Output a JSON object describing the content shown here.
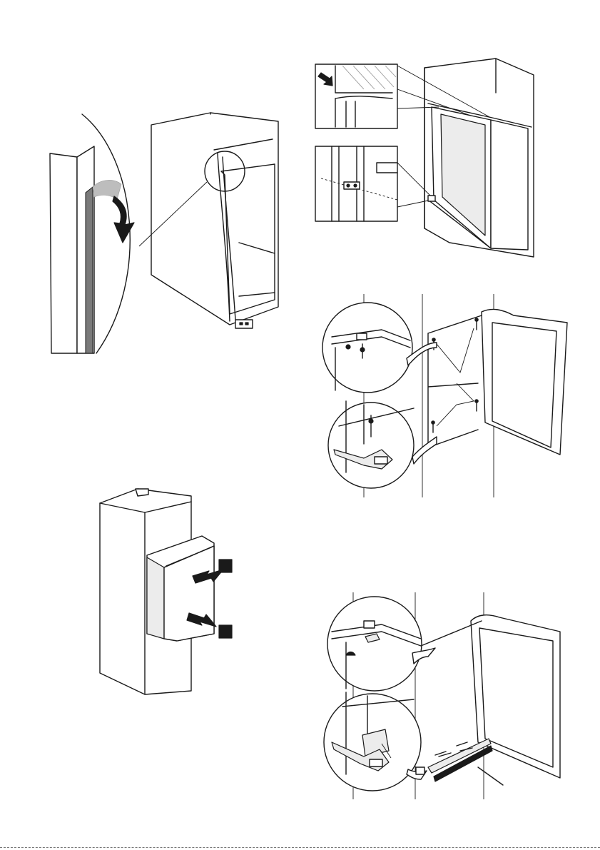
{
  "page": {
    "kind": "installation-illustrations",
    "figures": [
      {
        "id": "seal-strip",
        "caption": ""
      },
      {
        "id": "door-align-insets",
        "caption": ""
      },
      {
        "id": "hinge-screws",
        "caption": ""
      },
      {
        "id": "push-into-niche",
        "caption": ""
      },
      {
        "id": "hinge-covers",
        "caption": ""
      }
    ]
  },
  "colors": {
    "ink": "#1a1a1a",
    "panel": "#ececec",
    "seal": "#7a7a7a",
    "paper": "#ffffff"
  }
}
